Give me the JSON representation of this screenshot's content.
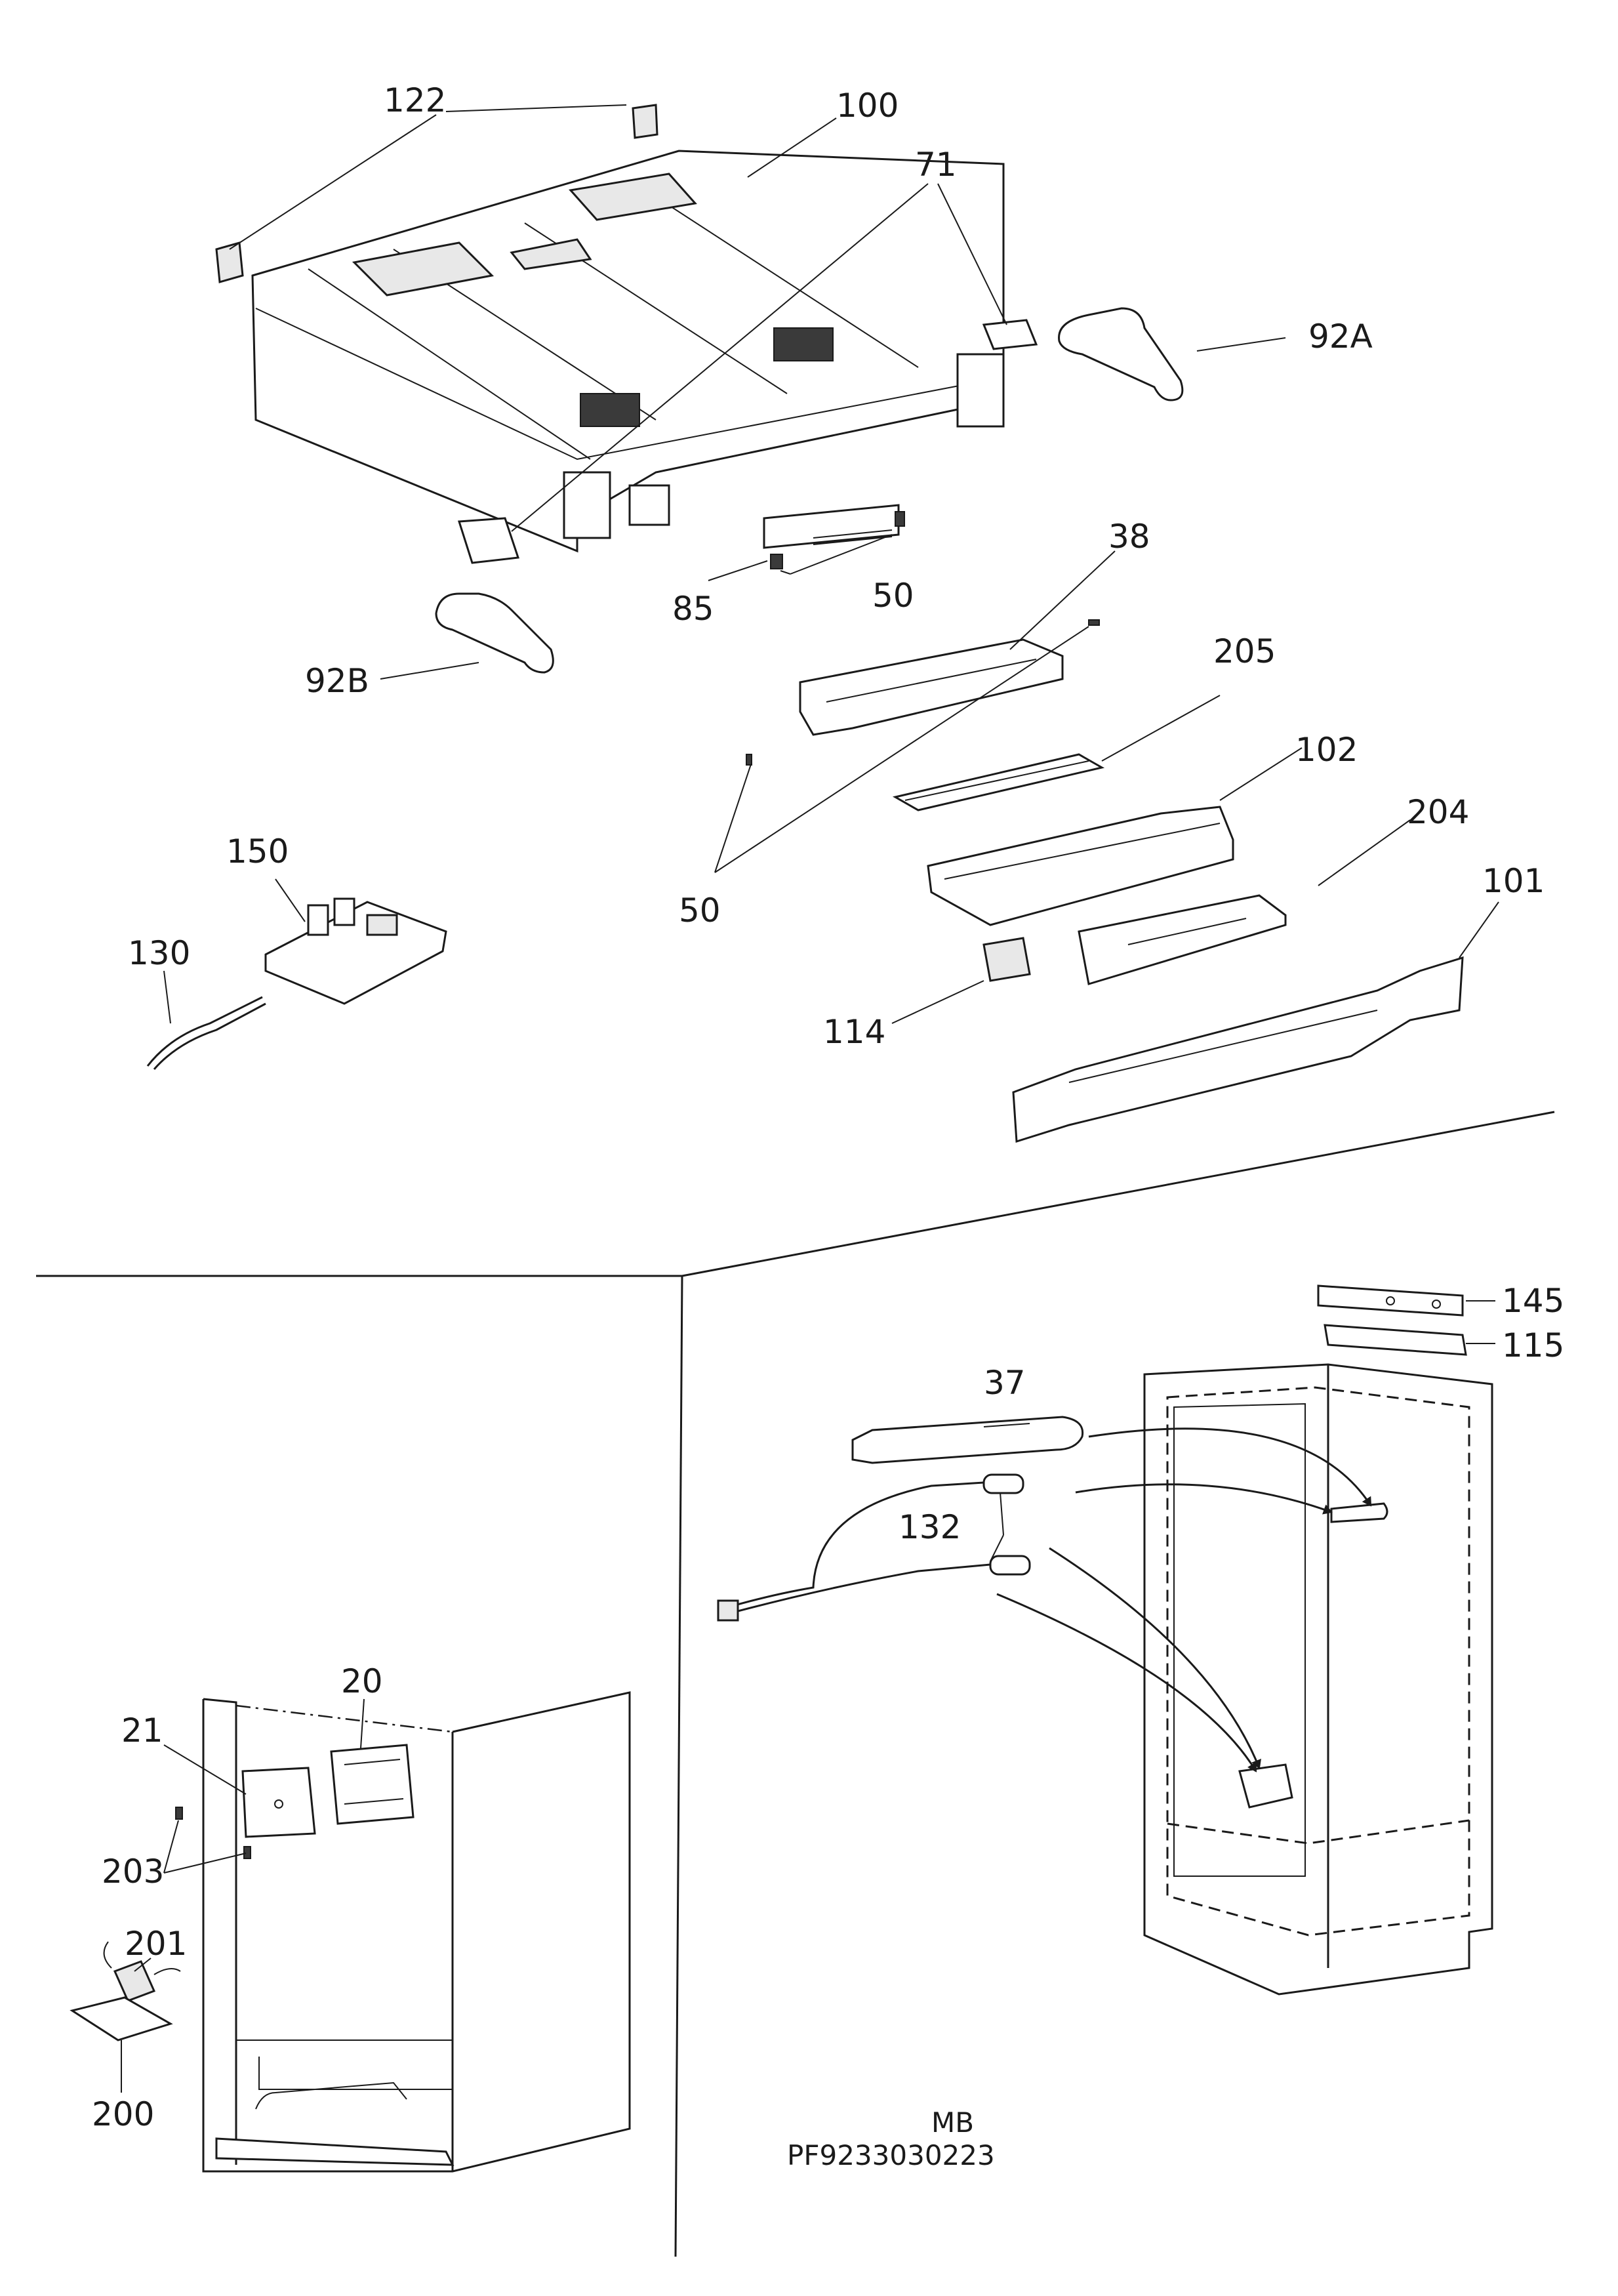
{
  "labels": {
    "l122": "122",
    "l100": "100",
    "l71": "71",
    "l92A": "92A",
    "l92B": "92B",
    "l85": "85",
    "l50a": "50",
    "l38": "38",
    "l205": "205",
    "l102": "102",
    "l50b": "50",
    "l150": "150",
    "l130": "130",
    "l204": "204",
    "l101": "101",
    "l114": "114",
    "l145": "145",
    "l115": "115",
    "l37": "37",
    "l132": "132",
    "l20": "20",
    "l21": "21",
    "l203": "203",
    "l201": "201",
    "l200": "200"
  },
  "footer": {
    "model": "MB",
    "code": "PF9233030223"
  }
}
